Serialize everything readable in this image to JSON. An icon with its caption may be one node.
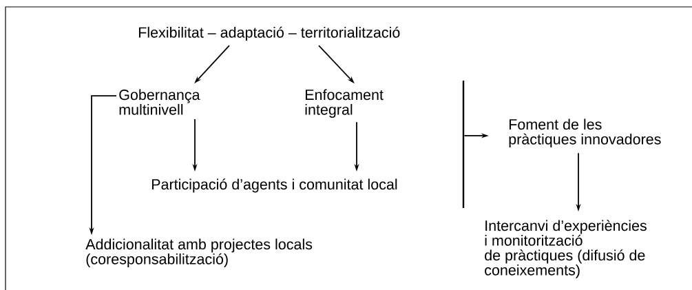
{
  "diagram": {
    "nodes": [
      {
        "text": [
          "Flexibilitat – adaptació – territorialització"
        ]
      },
      {
        "text": [
          "Gobernança multinivell"
        ]
      },
      {
        "text": [
          "Enfocament integral"
        ]
      },
      {
        "text": [
          "Participació d’agents i comunitat local"
        ]
      },
      {
        "text": [
          "Addicionalitat amb projectes locals (coresponsabilització)"
        ]
      },
      {
        "text": [],
        "shape": "bar"
      },
      {
        "text": [
          "Foment de les pràctiques innovadores"
        ]
      },
      {
        "text": [
          "Intercanvi d’experiències i monitorització de pràctiques (difusió de coneixements)"
        ]
      }
    ],
    "edges": [
      {
        "from": 0,
        "to": 1,
        "arrow": "to"
      },
      {
        "from": 0,
        "to": 2,
        "arrow": "to"
      },
      {
        "from": 1,
        "to": 3,
        "arrow": "to"
      },
      {
        "from": 2,
        "to": 3,
        "arrow": "to"
      },
      {
        "from": 1,
        "to": 4,
        "arrow": "to"
      },
      {
        "from": 5,
        "to": 6,
        "arrow": "to"
      },
      {
        "from": 6,
        "to": 7,
        "arrow": "to"
      }
    ]
  }
}
